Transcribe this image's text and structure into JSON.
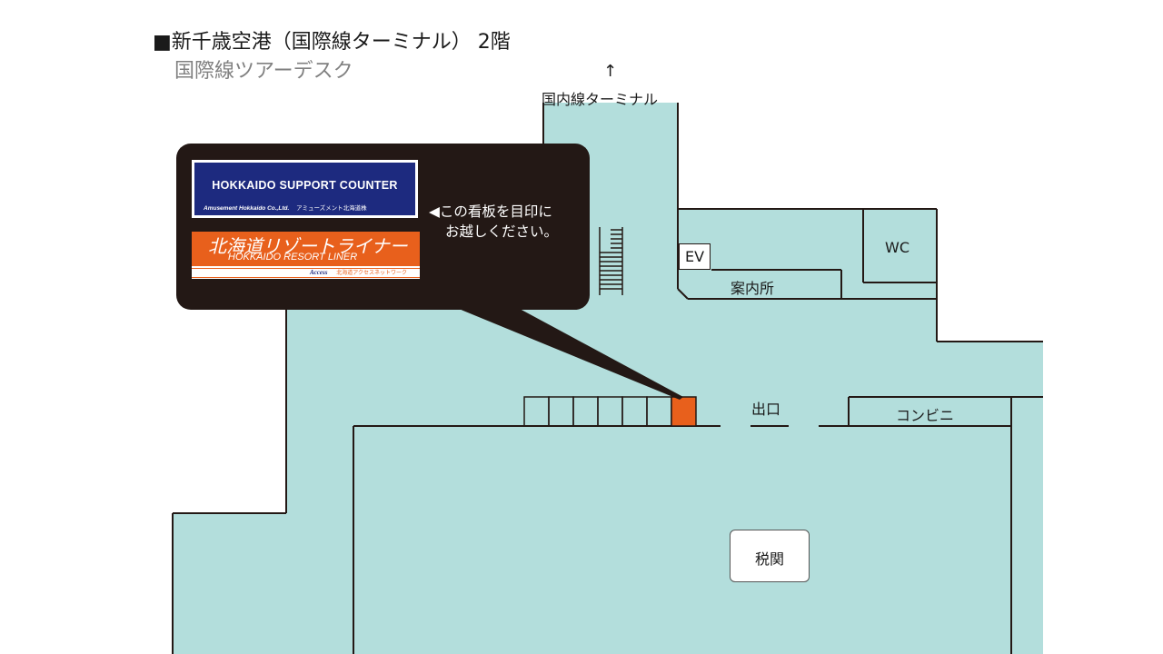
{
  "header": {
    "title": "■新千歳空港（国際線ターミナル） 2階",
    "subtitle": "国際線ツアーデスク"
  },
  "map": {
    "domestic_arrow": "↑",
    "domestic_label": "国内線ターミナル",
    "ev_label": "EV",
    "info_label": "案内所",
    "wc_label": "WC",
    "exit_label": "出口",
    "convenience_label": "コンビニ",
    "customs_label": "税関",
    "colors": {
      "floor": "#b3dedc",
      "wall": "#231815",
      "desk_highlight": "#e8601c",
      "callout_bg": "#231815",
      "sign_blue": "#1d2a7f",
      "sign_orange": "#e8601c"
    }
  },
  "callout": {
    "sign1_title": "HOKKAIDO SUPPORT COUNTER",
    "sign1_sub": "Amusement Hokkaido Co.,Ltd.",
    "sign1_sub_jp": "アミューズメント北海道株",
    "sign2_title_jp": "北海道リゾートライナー",
    "sign2_title_en": "HOKKAIDO RESORT LINER",
    "sign2_logo": "Access",
    "sign2_corp": "北海道アクセスネットワーク",
    "message_line1": "◀この看板を目印に",
    "message_line2": "お越しください。"
  }
}
